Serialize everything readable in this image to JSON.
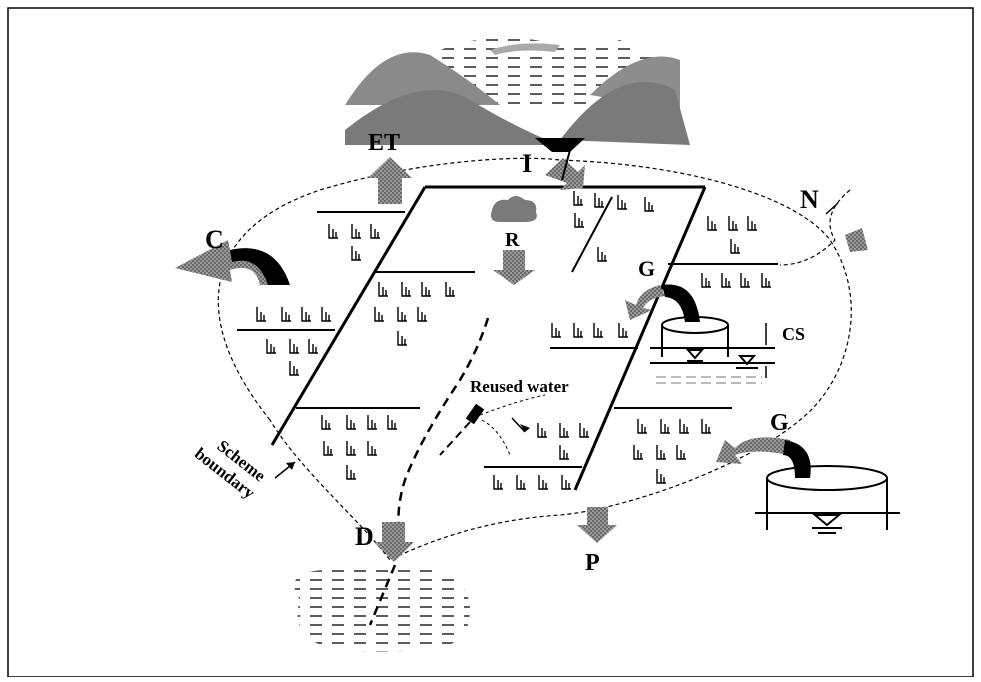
{
  "diagram": {
    "labels": {
      "et": "ET",
      "inflow": "I",
      "rain": "R",
      "capture": "C",
      "neighbour": "N",
      "groundwater_well": "G",
      "groundwater_aquifer": "G",
      "capillary": "CS",
      "reused": "Reused water",
      "drainage": "D",
      "percolation": "P",
      "boundary_line1": "Scheme",
      "boundary_line2": "boundary"
    },
    "colors": {
      "arrow_fill": "#8a8a8a",
      "hill_dark": "#7a7a7a",
      "hill_light": "#a9a9a9",
      "ink": "#000000"
    }
  }
}
